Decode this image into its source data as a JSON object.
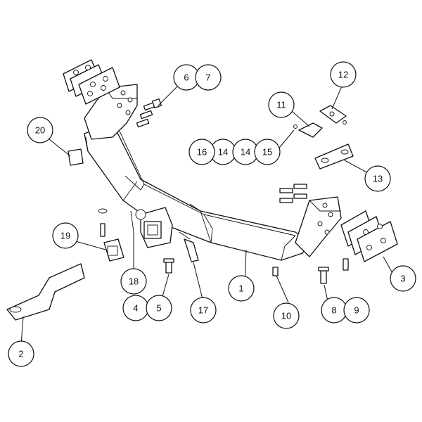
{
  "diagram": {
    "callouts": [
      {
        "id": "c1",
        "label": "1"
      },
      {
        "id": "c2",
        "label": "2"
      },
      {
        "id": "c3",
        "label": "3"
      },
      {
        "id": "c4",
        "label": "4"
      },
      {
        "id": "c5",
        "label": "5"
      },
      {
        "id": "c6",
        "label": "6"
      },
      {
        "id": "c7",
        "label": "7"
      },
      {
        "id": "c8",
        "label": "8"
      },
      {
        "id": "c9",
        "label": "9"
      },
      {
        "id": "c10",
        "label": "10"
      },
      {
        "id": "c11",
        "label": "11"
      },
      {
        "id": "c12",
        "label": "12"
      },
      {
        "id": "c13",
        "label": "13"
      },
      {
        "id": "c14a",
        "label": "14"
      },
      {
        "id": "c14b",
        "label": "14"
      },
      {
        "id": "c15",
        "label": "15"
      },
      {
        "id": "c16",
        "label": "16"
      },
      {
        "id": "c17",
        "label": "17"
      },
      {
        "id": "c18",
        "label": "18"
      },
      {
        "id": "c19",
        "label": "19"
      },
      {
        "id": "c20",
        "label": "20"
      }
    ]
  }
}
